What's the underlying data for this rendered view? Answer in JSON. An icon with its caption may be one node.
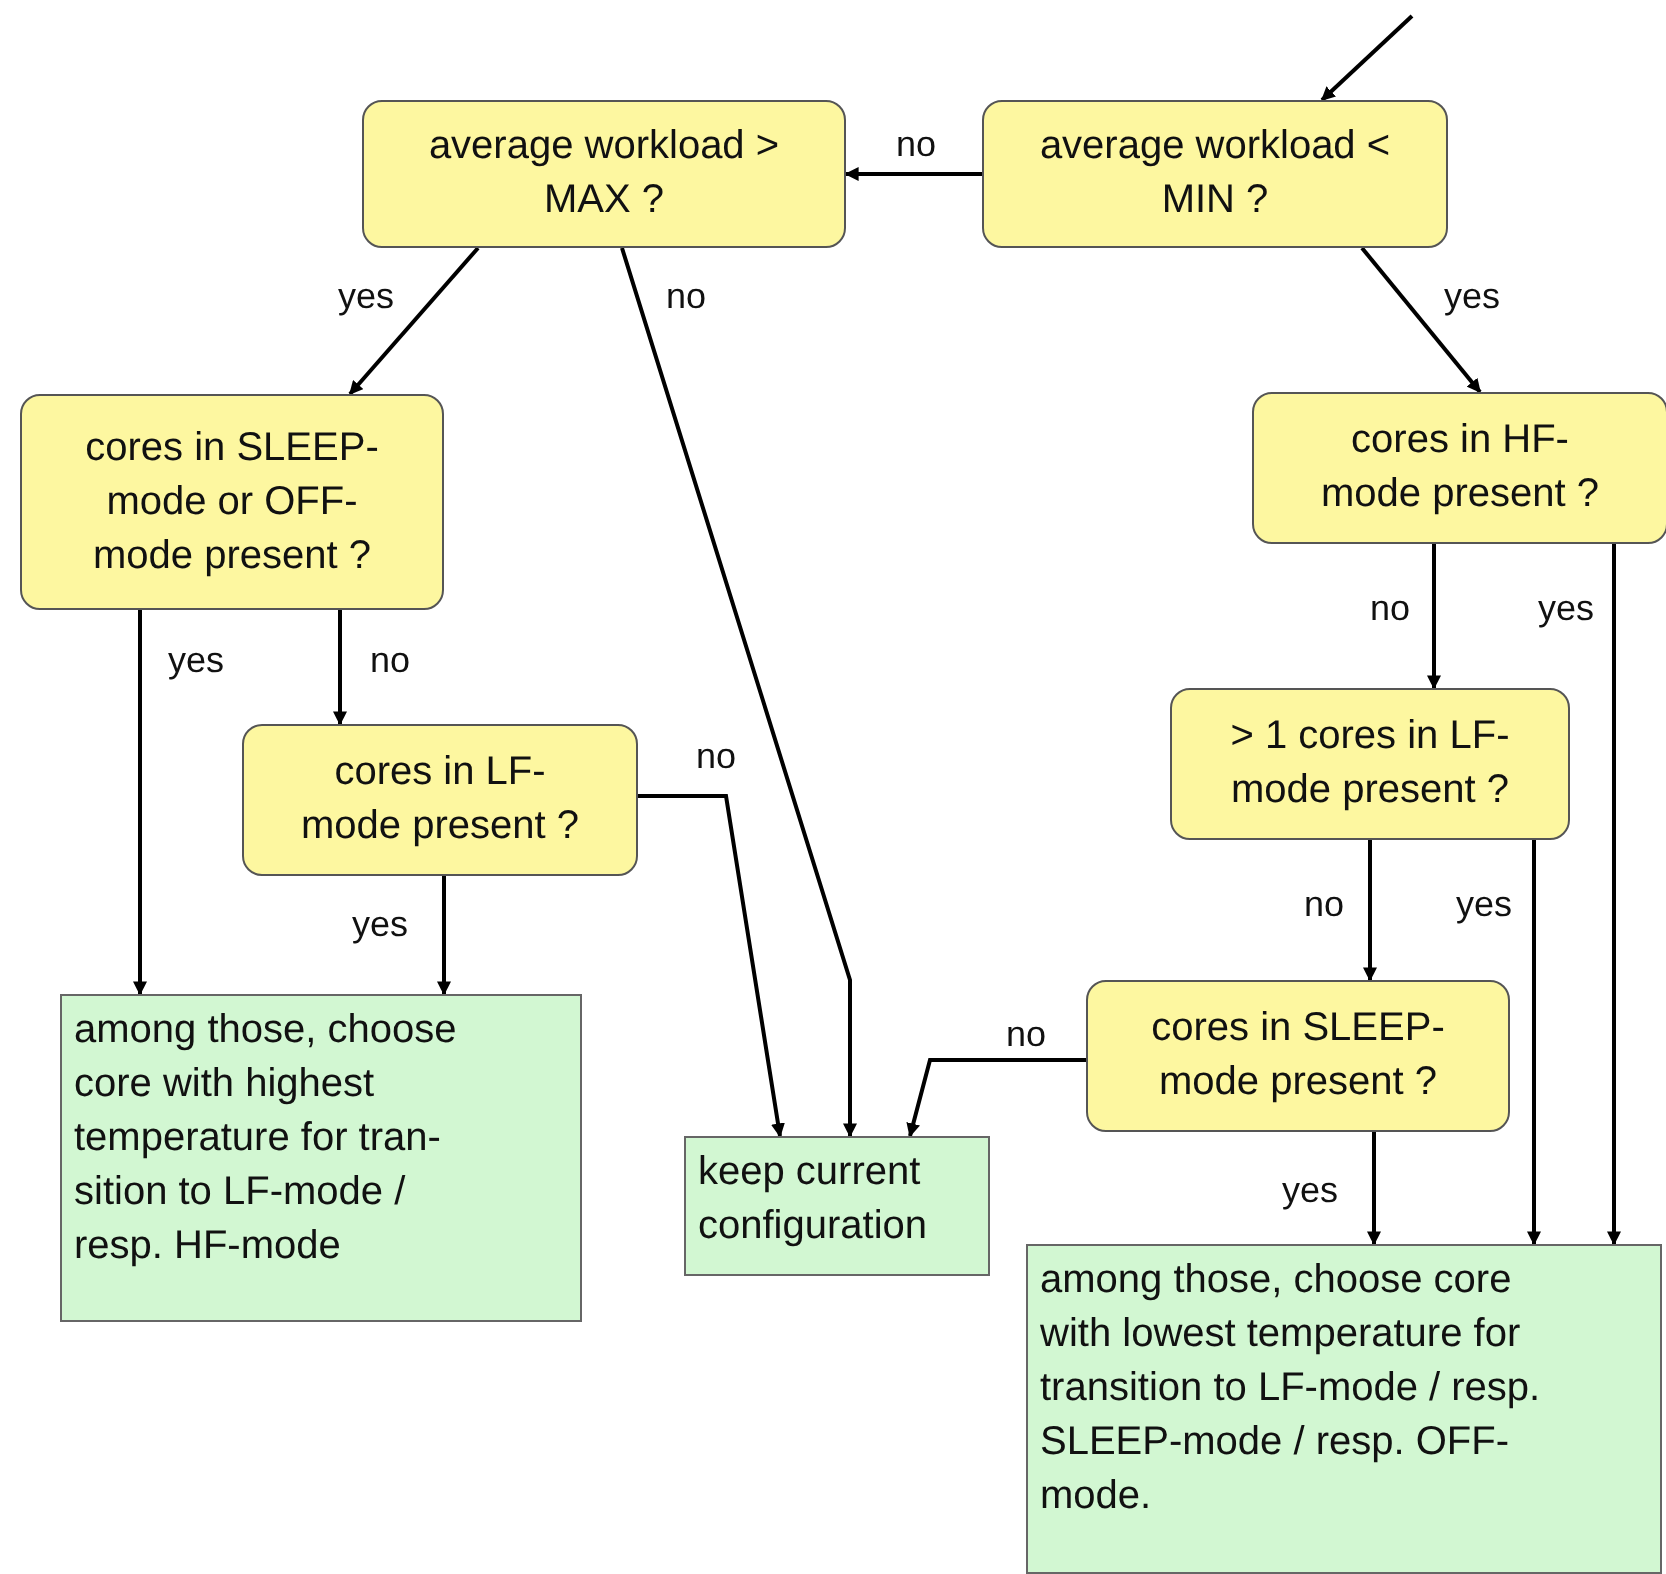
{
  "diagram": {
    "nodes": [
      {
        "text": [
          "average workload > MAX ?"
        ]
      },
      {
        "text": [
          "average workload < MIN ?"
        ]
      },
      {
        "text": [
          "cores in SLEEP-mode or OFF-mode present ?"
        ]
      },
      {
        "text": [
          "cores in HF-mode present ?"
        ]
      },
      {
        "text": [
          "cores in LF-mode present ?"
        ]
      },
      {
        "text": [
          "> 1 cores in LF-mode present ?"
        ]
      },
      {
        "text": [
          "cores in SLEEP-mode present ?"
        ]
      },
      {
        "text": [
          "among those, choose core with highest temperature for tran-sition to LF-mode / resp. HF-mode"
        ]
      },
      {
        "text": [
          "keep current configuration"
        ]
      },
      {
        "text": [
          "among those, choose core with lowest temperature for transition to LF-mode / resp. SLEEP-mode / resp. OFF-mode."
        ]
      }
    ],
    "edges": [
      {
        "from": null,
        "to": 1,
        "arrow": "to"
      },
      {
        "from": 1,
        "to": 0,
        "arrow": "to",
        "label": "no"
      },
      {
        "from": 0,
        "to": 2,
        "arrow": "to",
        "label": "yes"
      },
      {
        "from": 0,
        "to": 8,
        "arrow": "to",
        "label": "no"
      },
      {
        "from": 1,
        "to": 3,
        "arrow": "to",
        "label": "yes"
      },
      {
        "from": 2,
        "to": 7,
        "arrow": "to",
        "label": "yes"
      },
      {
        "from": 2,
        "to": 4,
        "arrow": "to",
        "label": "no"
      },
      {
        "from": 4,
        "to": 7,
        "arrow": "to",
        "label": "yes"
      },
      {
        "from": 4,
        "to": 8,
        "arrow": "to",
        "label": "no"
      },
      {
        "from": 3,
        "to": 5,
        "arrow": "to",
        "label": "no"
      },
      {
        "from": 3,
        "to": 9,
        "arrow": "to",
        "label": "yes"
      },
      {
        "from": 5,
        "to": 6,
        "arrow": "to",
        "label": "no"
      },
      {
        "from": 5,
        "to": 9,
        "arrow": "to",
        "label": "yes"
      },
      {
        "from": 6,
        "to": 8,
        "arrow": "to",
        "label": "no"
      },
      {
        "from": 6,
        "to": 9,
        "arrow": "to",
        "label": "yes"
      }
    ]
  }
}
